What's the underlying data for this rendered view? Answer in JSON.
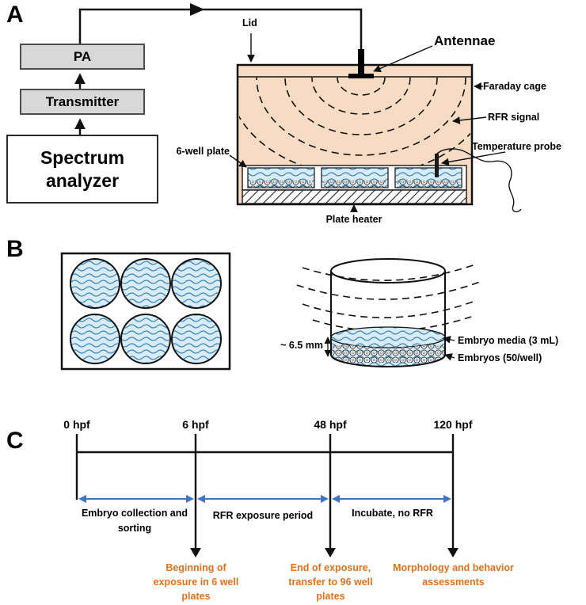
{
  "figure": {
    "panels": {
      "a": "A",
      "b": "B",
      "c": "C"
    }
  },
  "panelA": {
    "pa": "PA",
    "transmitter": "Transmitter",
    "spectrum_analyzer": "Spectrum analyzer",
    "lid": "Lid",
    "antennae": "Antennae",
    "faraday_cage": "Faraday cage",
    "rfr_signal": "RFR signal",
    "six_well_plate": "6-well plate",
    "temperature_probe": "Temperature probe",
    "plate_heater": "Plate heater"
  },
  "panelB": {
    "depth": "~ 6.5 mm",
    "embryo_media": "Embryo media (3 mL)",
    "embryos": "Embryos (50/well)"
  },
  "panelC": {
    "timepoints": [
      "0 hpf",
      "6 hpf",
      "48 hpf",
      "120 hpf"
    ],
    "phases": [
      "Embryo collection and sorting",
      "RFR exposure period",
      "Incubate, no RFR"
    ],
    "events": [
      "Beginning of exposure in 6 well plates",
      "End of exposure, transfer to 96 well plates",
      "Morphology and behavior assessments"
    ]
  },
  "colors": {
    "cage_fill": "#f7dcc3",
    "box_gray": "#d8d8d8",
    "media_blue": "#d8ecf7",
    "wave_blue": "#3f87bf",
    "phase_arrow_blue": "#4472c4",
    "event_orange": "#e2711d"
  }
}
